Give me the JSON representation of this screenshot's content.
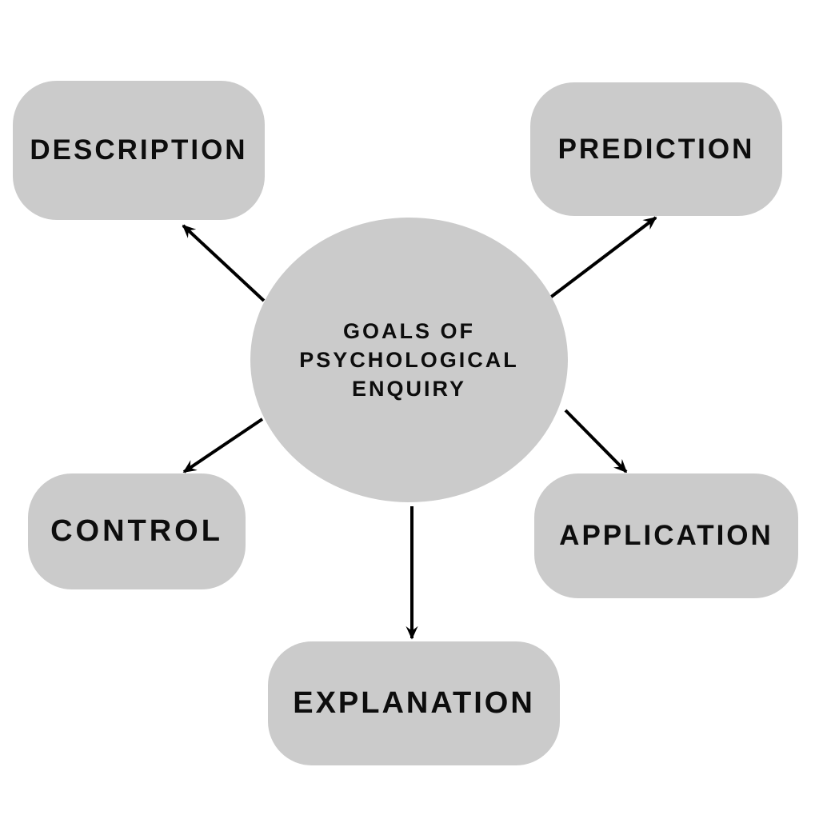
{
  "diagram": {
    "title": "GOALS OF PSYCHOLOGICAL ENQUIRY",
    "colors": {
      "background": "#ffffff",
      "node_fill": "#cbcbcb",
      "text": "#0d0d0d",
      "arrow": "#000000"
    },
    "center": {
      "id": "goals-of-psychological-enquiry",
      "lines": [
        "GOALS OF",
        "PSYCHOLOGICAL",
        "ENQUIRY"
      ]
    },
    "nodes": [
      {
        "id": "description",
        "label": "DESCRIPTION"
      },
      {
        "id": "prediction",
        "label": "PREDICTION"
      },
      {
        "id": "control",
        "label": "CONTROL"
      },
      {
        "id": "application",
        "label": "APPLICATION"
      },
      {
        "id": "explanation",
        "label": "EXPLANATION"
      }
    ],
    "connections": [
      {
        "from": "center",
        "to": "description",
        "arrow": "outward"
      },
      {
        "from": "center",
        "to": "prediction",
        "arrow": "outward"
      },
      {
        "from": "center",
        "to": "control",
        "arrow": "outward"
      },
      {
        "from": "center",
        "to": "application",
        "arrow": "outward"
      },
      {
        "from": "center",
        "to": "explanation",
        "arrow": "outward"
      }
    ]
  }
}
